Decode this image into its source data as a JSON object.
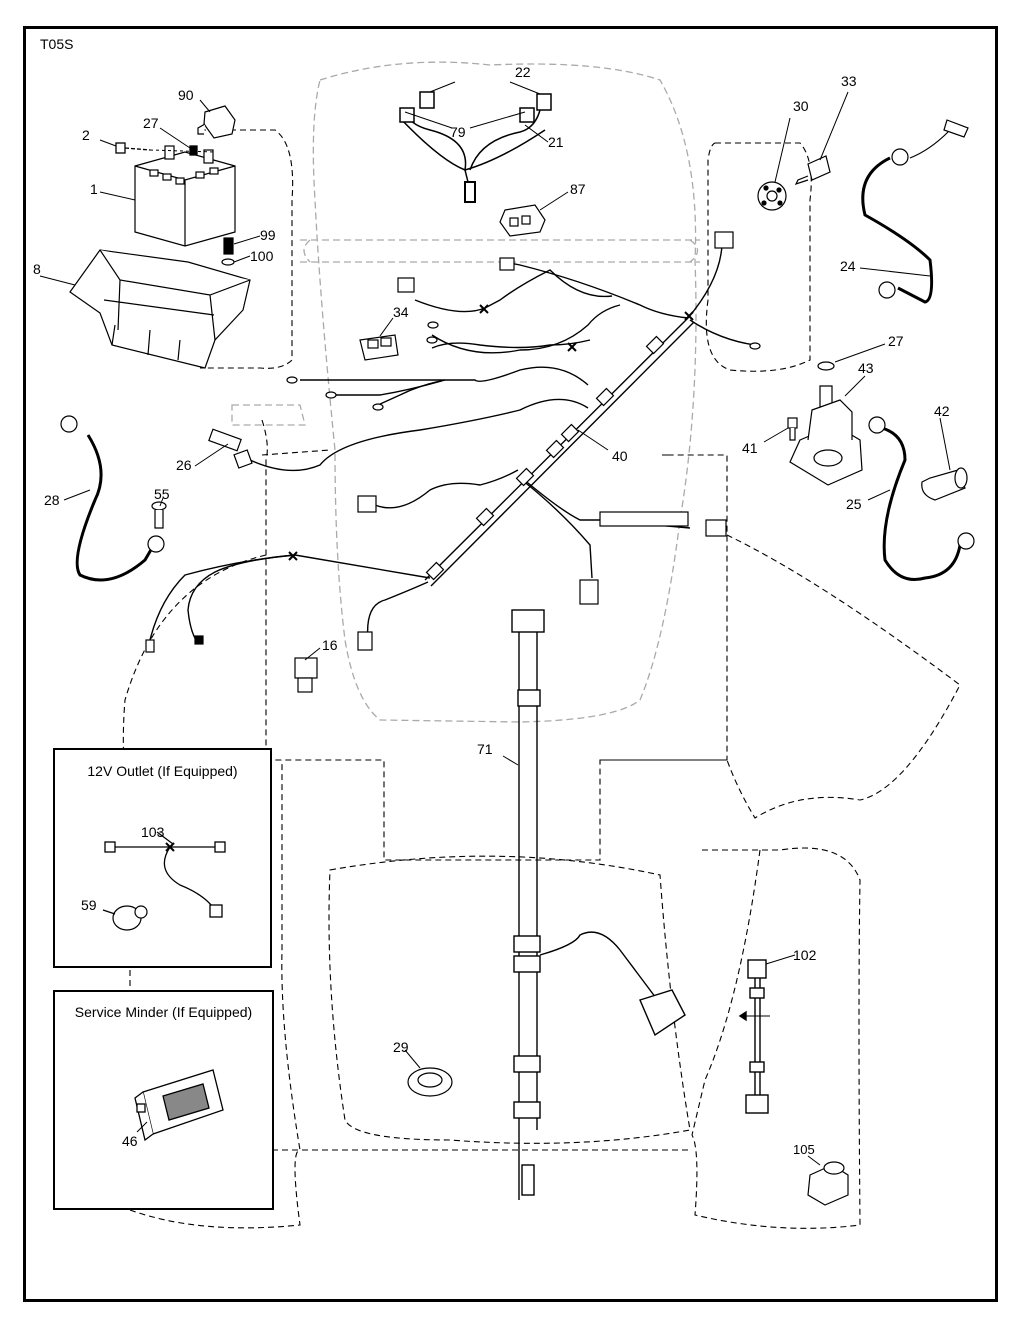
{
  "diagram_code": "T05S",
  "insets": {
    "outlet_title": "12V Outlet (If Equipped)",
    "minder_title": "Service Minder (If Equipped)"
  },
  "callouts": {
    "c22": "22",
    "c79": "79",
    "c21": "21",
    "c90": "90",
    "c27a": "27",
    "c2": "2",
    "c1": "1",
    "c99": "99",
    "c100": "100",
    "c8": "8",
    "c87": "87",
    "c30": "30",
    "c33": "33",
    "c24": "24",
    "c34": "34",
    "c27b": "27",
    "c43": "43",
    "c42": "42",
    "c41": "41",
    "c25": "25",
    "c40": "40",
    "c26": "26",
    "c28": "28",
    "c55": "55",
    "c16": "16",
    "c71": "71",
    "c103": "103",
    "c59": "59",
    "c29": "29",
    "c102": "102",
    "c46": "46",
    "c105": "105"
  }
}
